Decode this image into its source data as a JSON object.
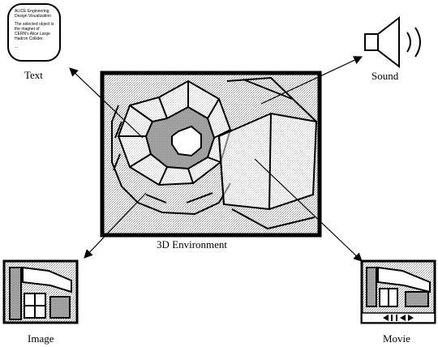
{
  "labels": {
    "text": "Text",
    "sound": "Sound",
    "environment": "3D Environment",
    "image": "Image",
    "movie": "Movie"
  },
  "text_document": {
    "title": "ALICE Engineering Design Visualization",
    "body": "The selected object is the magnet of CERN's Alice Large Hadron Collider.",
    "ellipsis": "..."
  },
  "icons": {
    "sound": "speaker-icon",
    "movie_controls": [
      "rewind-icon",
      "pause-icon",
      "step-back-icon",
      "play-icon"
    ]
  },
  "colors": {
    "ink": "#000000",
    "paper": "#ffffff",
    "dither": "#cfcfcf"
  }
}
